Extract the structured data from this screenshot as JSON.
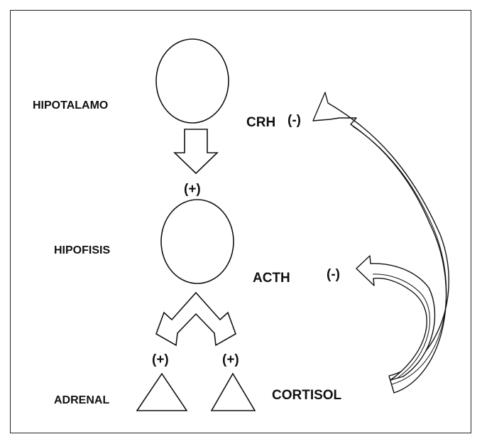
{
  "labels": {
    "hypothalamus": "HIPOTALAMO",
    "pituitary": "HIPOFISIS",
    "adrenal": "ADRENAL",
    "crh": "CRH",
    "acth": "ACTH",
    "cortisol": "CORTISOL"
  },
  "signs": {
    "stimulation_crh": "(+)",
    "stimulation_left": "(+)",
    "stimulation_right": "(+)",
    "inhibition_crh": "(-)",
    "inhibition_acth": "(-)"
  },
  "colors": {
    "stroke": "#111111",
    "fill": "#ffffff"
  }
}
